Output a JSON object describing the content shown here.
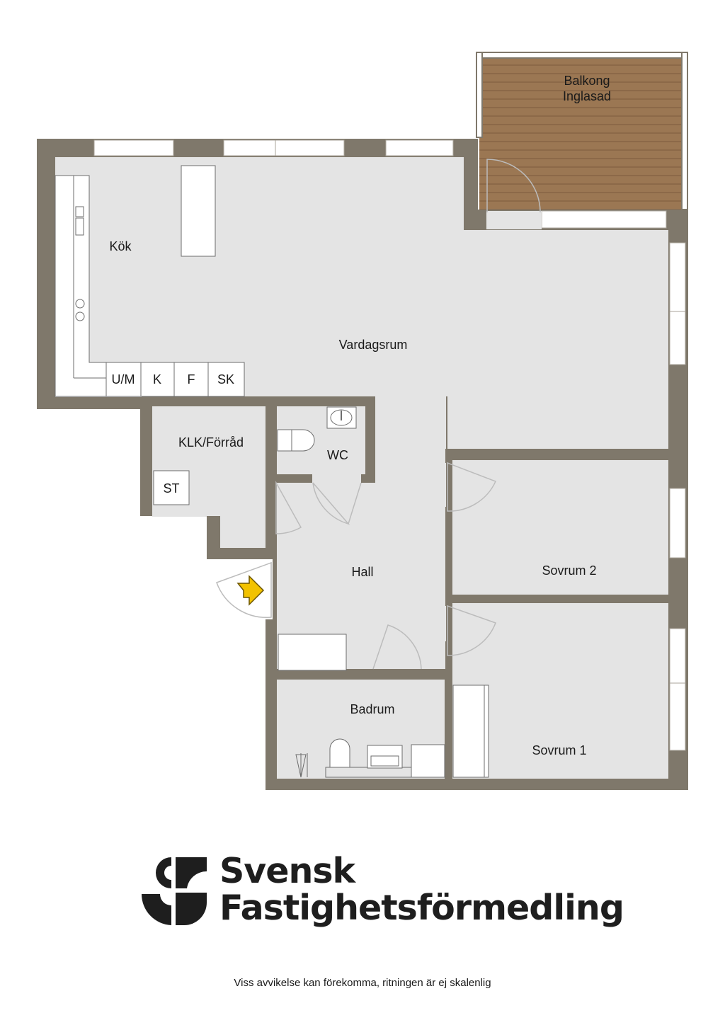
{
  "rooms": {
    "balkong_line1": "Balkong",
    "balkong_line2": "Inglasad",
    "kok": "Kök",
    "vardagsrum": "Vardagsrum",
    "klk_forrad": "KLK/Förråd",
    "wc": "WC",
    "hall": "Hall",
    "sovrum2": "Sovrum 2",
    "sovrum1": "Sovrum 1",
    "badrum": "Badrum"
  },
  "appliances": {
    "um": "U/M",
    "k": "K",
    "f": "F",
    "sk": "SK",
    "st": "ST"
  },
  "brand": {
    "line1": "Svensk",
    "line2": "Fastighetsförmedling"
  },
  "disclaimer": "Viss avvikelse kan förekomma, ritningen är ej skalenlig",
  "colors": {
    "wall": "#7f786b",
    "floor": "#e4e4e4",
    "balcony": "#9b7753",
    "entry_arrow": "#f2c200",
    "brand": "#1e1e1e"
  }
}
